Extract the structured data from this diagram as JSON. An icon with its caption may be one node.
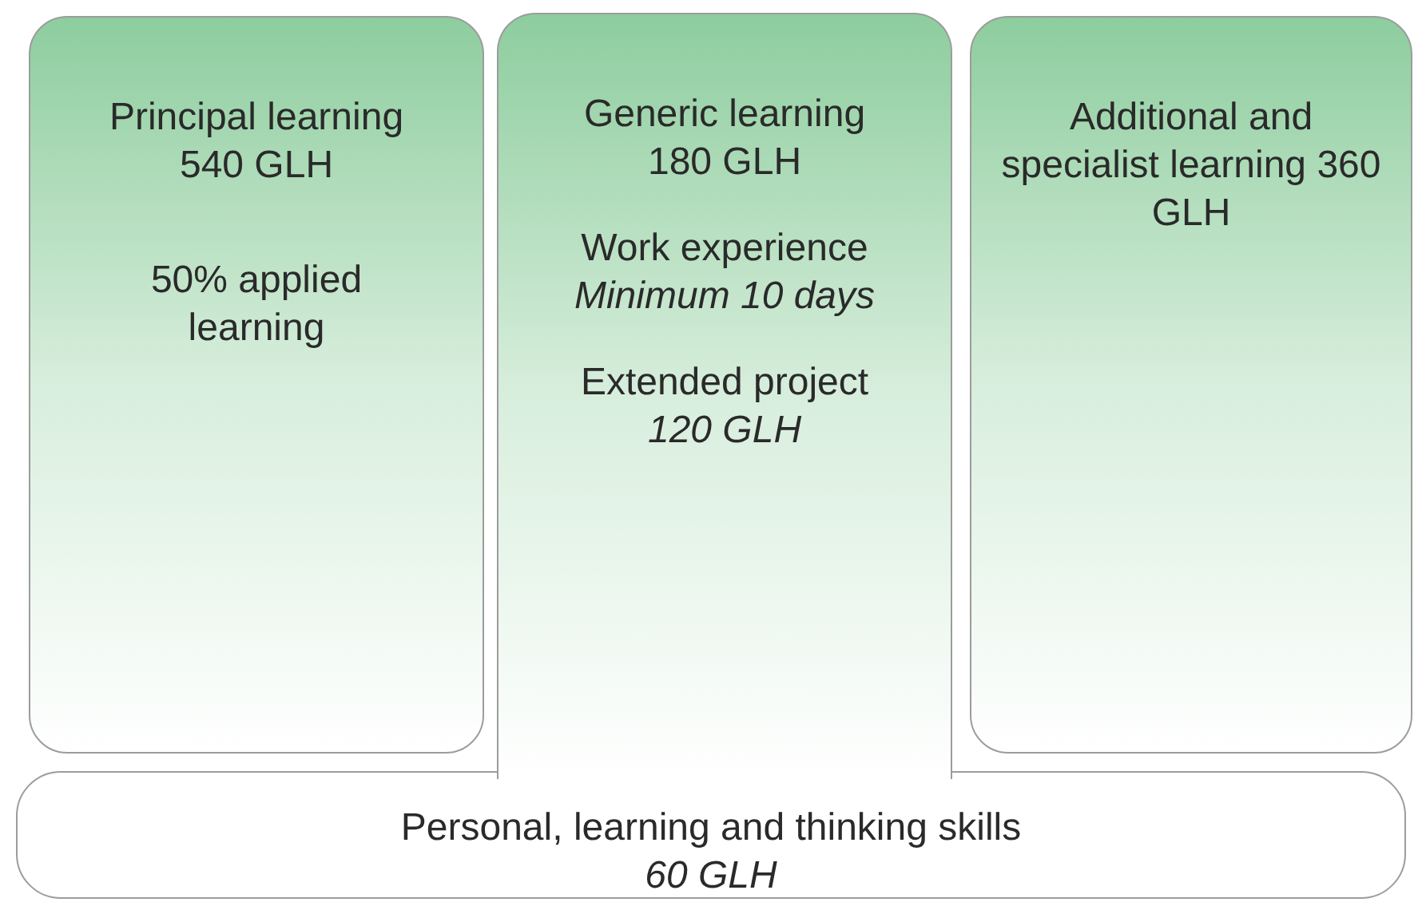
{
  "diagram": {
    "nodes": [
      {
        "text": [
          "Principal learning 540 GLH",
          "50% applied learning"
        ]
      },
      {
        "text": [
          "Generic learning 180 GLH",
          "Work experience *Minimum 10 days*",
          "Extended project *120 GLH*"
        ]
      },
      {
        "text": [
          "Additional and specialist learning 360 GLH"
        ]
      },
      {
        "text": [
          "Personal, learning and thinking skills *60 GLH*"
        ]
      }
    ]
  }
}
